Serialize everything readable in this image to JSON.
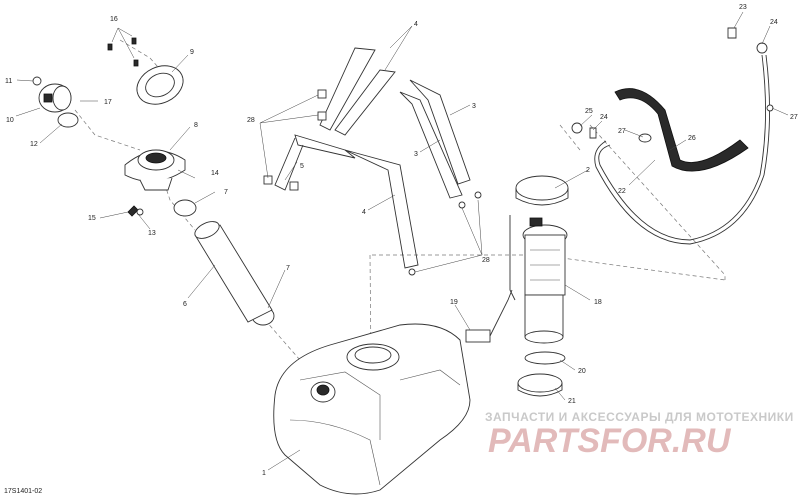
{
  "diagram": {
    "code": "17S1401-02",
    "callouts": [
      {
        "id": "c1",
        "label": "1"
      },
      {
        "id": "c2",
        "label": "2"
      },
      {
        "id": "c3a",
        "label": "3"
      },
      {
        "id": "c3b",
        "label": "3"
      },
      {
        "id": "c4a",
        "label": "4"
      },
      {
        "id": "c4b",
        "label": "4"
      },
      {
        "id": "c5",
        "label": "5"
      },
      {
        "id": "c6",
        "label": "6"
      },
      {
        "id": "c7a",
        "label": "7"
      },
      {
        "id": "c7b",
        "label": "7"
      },
      {
        "id": "c8",
        "label": "8"
      },
      {
        "id": "c9",
        "label": "9"
      },
      {
        "id": "c10",
        "label": "10"
      },
      {
        "id": "c11",
        "label": "11"
      },
      {
        "id": "c12",
        "label": "12"
      },
      {
        "id": "c13",
        "label": "13"
      },
      {
        "id": "c14",
        "label": "14"
      },
      {
        "id": "c15",
        "label": "15"
      },
      {
        "id": "c16",
        "label": "16"
      },
      {
        "id": "c17",
        "label": "17"
      },
      {
        "id": "c18",
        "label": "18"
      },
      {
        "id": "c19",
        "label": "19"
      },
      {
        "id": "c20",
        "label": "20"
      },
      {
        "id": "c21",
        "label": "21"
      },
      {
        "id": "c22",
        "label": "22"
      },
      {
        "id": "c23",
        "label": "23"
      },
      {
        "id": "c24a",
        "label": "24"
      },
      {
        "id": "c24b",
        "label": "24"
      },
      {
        "id": "c25",
        "label": "25"
      },
      {
        "id": "c26",
        "label": "26"
      },
      {
        "id": "c27a",
        "label": "27"
      },
      {
        "id": "c27b",
        "label": "27"
      },
      {
        "id": "c28a",
        "label": "28"
      },
      {
        "id": "c28b",
        "label": "28"
      }
    ]
  },
  "watermark": {
    "caption": "ЗАПЧАСТИ И АКСЕССУАРЫ ДЛЯ МОТОТЕХНИКИ",
    "logo_text": "PARTSFOR.RU",
    "logo_color": "#d9a3a3"
  }
}
